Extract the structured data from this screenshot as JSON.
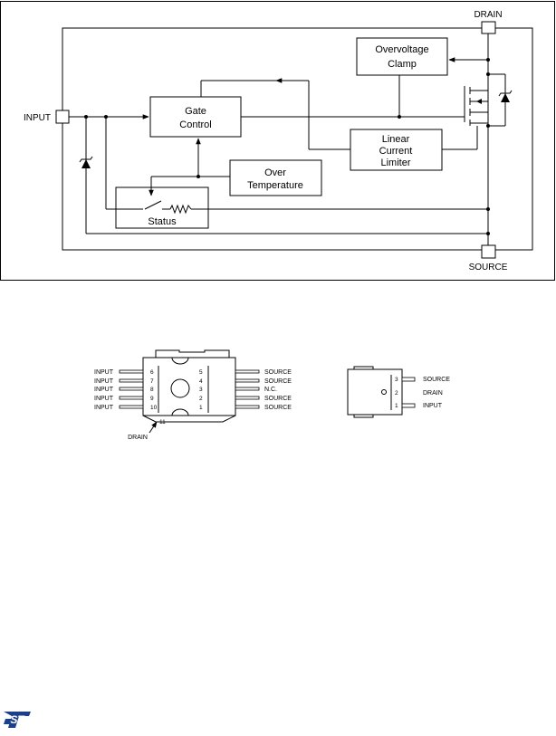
{
  "block_diagram": {
    "terminals": {
      "drain": "DRAIN",
      "input": "INPUT",
      "source": "SOURCE"
    },
    "blocks": {
      "overvoltage_clamp": [
        "Overvoltage",
        "Clamp"
      ],
      "gate_control": [
        "Gate",
        "Control"
      ],
      "linear_current_limiter": [
        "Linear",
        "Current",
        "Limiter"
      ],
      "over_temperature": [
        "Over",
        "Temperature"
      ],
      "status": "Status"
    }
  },
  "package_left": {
    "left_pins": [
      {
        "label": "INPUT",
        "num": "6"
      },
      {
        "label": "INPUT",
        "num": "7"
      },
      {
        "label": "INPUT",
        "num": "8"
      },
      {
        "label": "INPUT",
        "num": "9"
      },
      {
        "label": "INPUT",
        "num": "10"
      }
    ],
    "right_pins": [
      {
        "label": "SOURCE",
        "num": "5"
      },
      {
        "label": "SOURCE",
        "num": "4"
      },
      {
        "label": "N.C.",
        "num": "3"
      },
      {
        "label": "SOURCE",
        "num": "2"
      },
      {
        "label": "SOURCE",
        "num": "1"
      }
    ],
    "tab_num": "11",
    "tab_label": "DRAIN"
  },
  "package_right": {
    "pins": [
      {
        "num": "3",
        "label": "SOURCE"
      },
      {
        "num": "2",
        "label": "DRAIN"
      },
      {
        "num": "1",
        "label": "INPUT"
      }
    ]
  },
  "logo": {
    "text": "ST"
  }
}
